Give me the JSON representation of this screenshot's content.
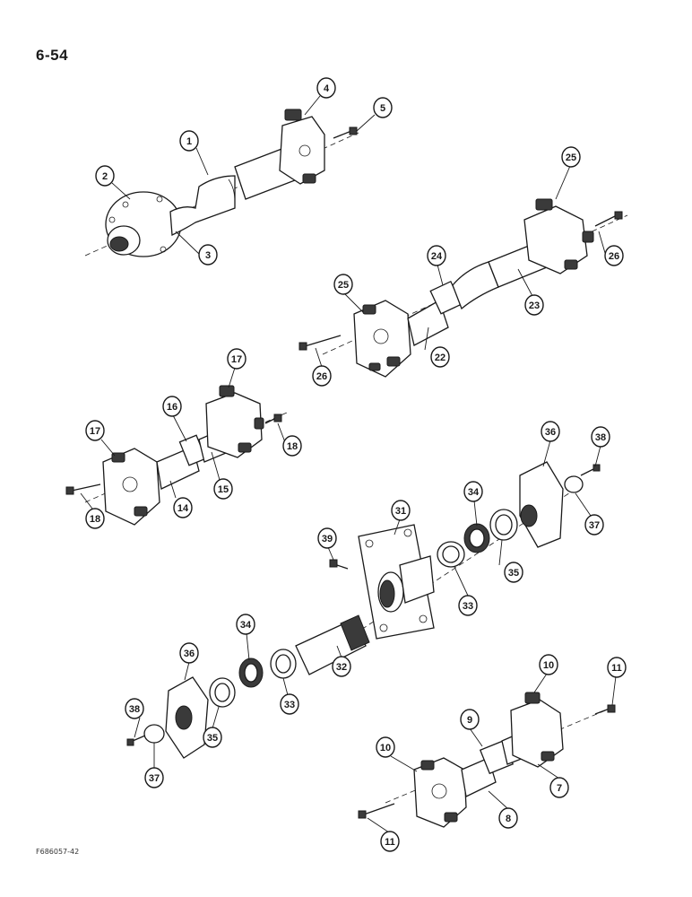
{
  "page": {
    "page_number": "6-54",
    "figure_code": "F686057-42"
  },
  "callouts": [
    {
      "label": "1"
    },
    {
      "label": "2"
    },
    {
      "label": "3"
    },
    {
      "label": "4"
    },
    {
      "label": "5"
    },
    {
      "label": "25"
    },
    {
      "label": "26"
    },
    {
      "label": "24"
    },
    {
      "label": "23"
    },
    {
      "label": "25"
    },
    {
      "label": "26"
    },
    {
      "label": "22"
    },
    {
      "label": "17"
    },
    {
      "label": "16"
    },
    {
      "label": "17"
    },
    {
      "label": "18"
    },
    {
      "label": "18"
    },
    {
      "label": "14"
    },
    {
      "label": "15"
    },
    {
      "label": "36"
    },
    {
      "label": "38"
    },
    {
      "label": "37"
    },
    {
      "label": "31"
    },
    {
      "label": "34"
    },
    {
      "label": "39"
    },
    {
      "label": "33"
    },
    {
      "label": "35"
    },
    {
      "label": "36"
    },
    {
      "label": "34"
    },
    {
      "label": "38"
    },
    {
      "label": "37"
    },
    {
      "label": "35"
    },
    {
      "label": "33"
    },
    {
      "label": "32"
    },
    {
      "label": "10"
    },
    {
      "label": "11"
    },
    {
      "label": "9"
    },
    {
      "label": "10"
    },
    {
      "label": "11"
    },
    {
      "label": "8"
    },
    {
      "label": "7"
    }
  ]
}
